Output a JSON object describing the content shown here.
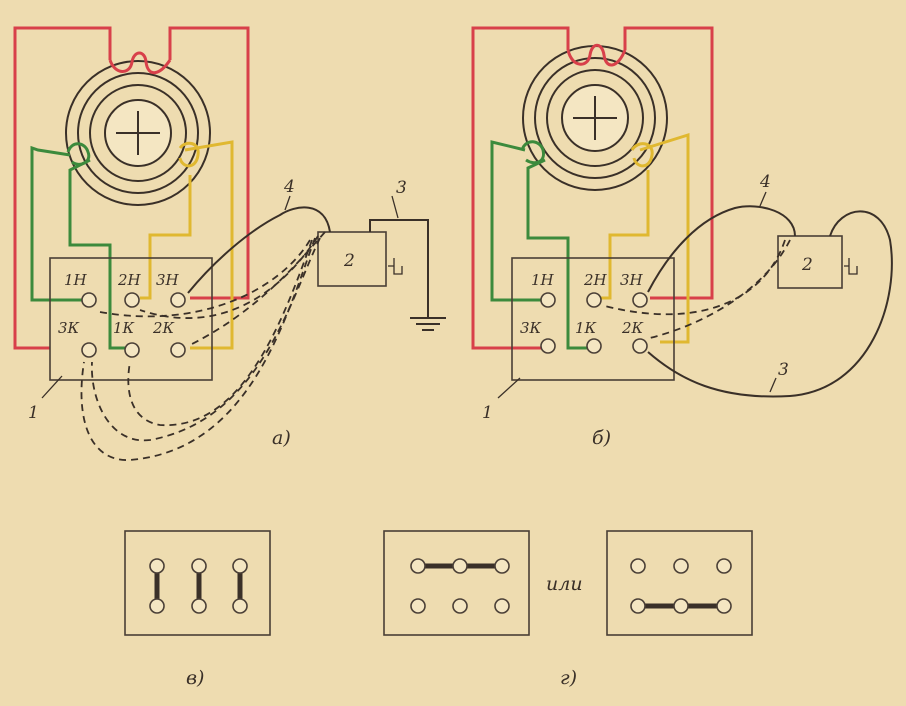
{
  "figure_a": {
    "caption": "а)",
    "terminals": {
      "t1": "1Н",
      "t2": "2Н",
      "t3": "3Н",
      "t4": "3К",
      "t5": "1К",
      "t6": "2К"
    },
    "callouts": {
      "board": "1",
      "device": "2",
      "ground_wire": "3",
      "cable": "4"
    }
  },
  "figure_b": {
    "caption": "б)",
    "terminals": {
      "t1": "1Н",
      "t2": "2Н",
      "t3": "3Н",
      "t4": "3К",
      "t5": "1К",
      "t6": "2К"
    },
    "callouts": {
      "board": "1",
      "device": "2",
      "wire": "3",
      "cable": "4"
    }
  },
  "figure_v": {
    "caption": "в)"
  },
  "figure_g": {
    "caption": "г)",
    "or_label": "или"
  },
  "colors": {
    "phase_1": "#d8404a",
    "phase_2": "#3c8a3c",
    "phase_3": "#e0b830",
    "line": "#3a3028",
    "paper": "#eedcb0"
  }
}
